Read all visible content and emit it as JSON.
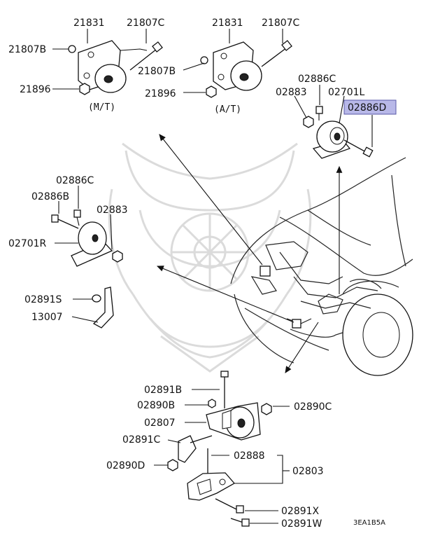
{
  "labels": {
    "mt_21831": "21831",
    "mt_21807c": "21807C",
    "mt_21807b": "21807B",
    "mt_21896": "21896",
    "mt_caption": "(M/T)",
    "at_21831": "21831",
    "at_21807c": "21807C",
    "at_21807b": "21807B",
    "at_21896": "21896",
    "at_caption": "(A/T)",
    "rr_02886c": "02886C",
    "rr_02883": "02883",
    "rr_02701l": "02701L",
    "rr_02886d": "02886D",
    "lf_02886c": "02886C",
    "lf_02886b": "02886B",
    "lf_02883": "02883",
    "lf_02701r": "02701R",
    "br_02891s": "02891S",
    "br_13007": "13007",
    "bt_02891b": "02891B",
    "bt_02890b": "02890B",
    "bt_02807": "02807",
    "bt_02890c": "02890C",
    "bt_02891c": "02891C",
    "bt_02888": "02888",
    "bt_02803": "02803",
    "bt_02890d": "02890D",
    "bt_02891x": "02891X",
    "bt_02891w": "02891W",
    "drawing_code": "3EA1B5A"
  },
  "colors": {
    "highlight_fill": "#b8b8e8",
    "highlight_stroke": "#5a5aa8",
    "ink": "#111111",
    "watermark": "#d8d8d8"
  },
  "highlighted_part": "02886D"
}
